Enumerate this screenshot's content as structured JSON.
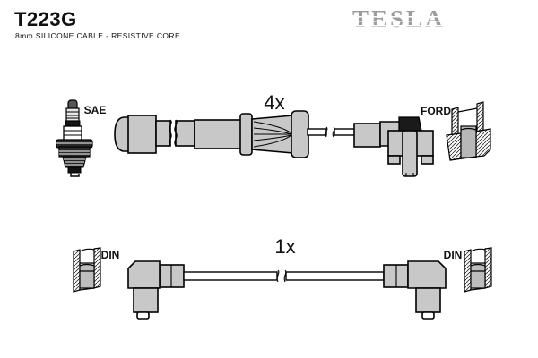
{
  "header": {
    "part_number": "T223G",
    "subtitle": "8mm SILICONE CABLE - RESISTIVE CORE",
    "brand_logo": "TESLA"
  },
  "diagram": {
    "plug_wire_set": {
      "quantity": "4x",
      "plug_standard": "SAE",
      "terminal_standard": "FORD"
    },
    "coil_wire": {
      "quantity": "1x",
      "left_terminal_standard": "DIN",
      "right_terminal_standard": "DIN"
    }
  },
  "colors": {
    "background": "#ffffff",
    "part_fill": "#c8c8c8",
    "outline": "#000000",
    "logo_gray": "#9c9c9c",
    "boot_cap_black": "#1a1a1a"
  }
}
